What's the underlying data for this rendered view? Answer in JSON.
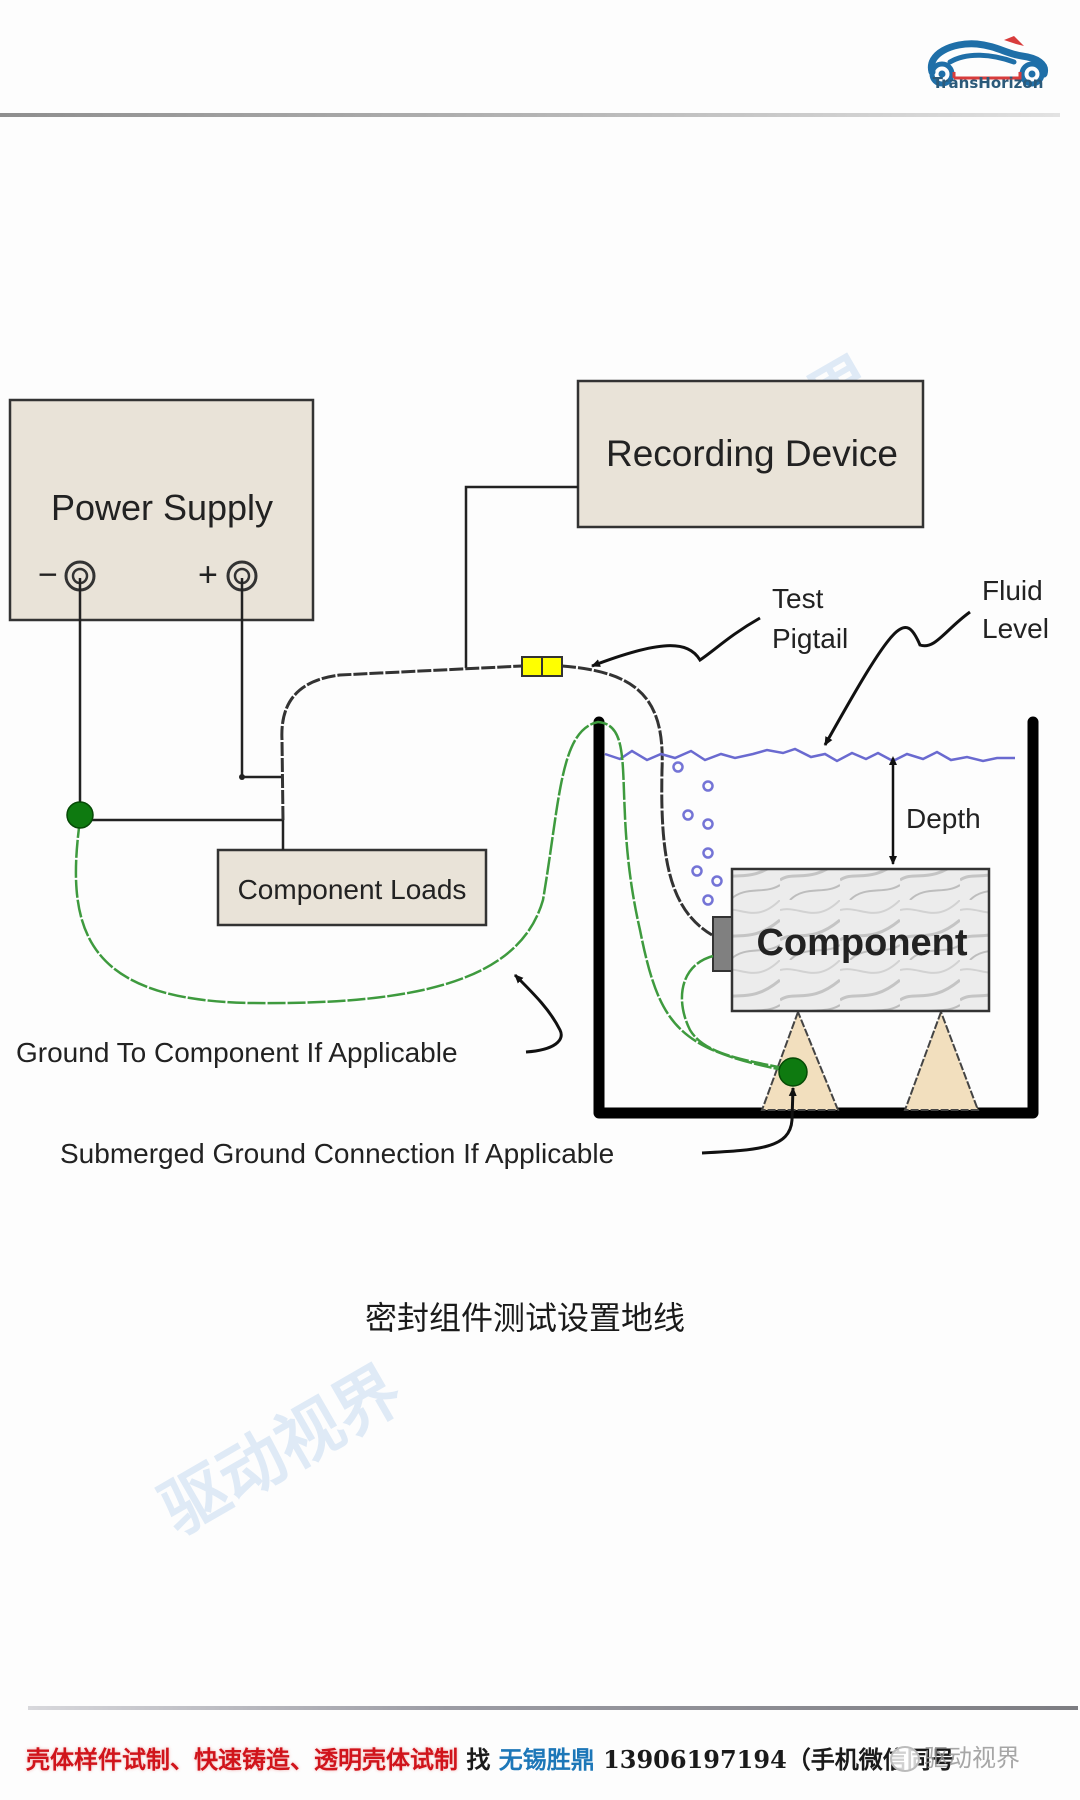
{
  "header": {
    "logo_name": "TransHorizon",
    "colors": {
      "logo_blue": "#1f6fa8",
      "logo_red": "#d83c3c"
    }
  },
  "diagram": {
    "power_supply": {
      "label": "Power Supply",
      "minus": "−",
      "plus": "+"
    },
    "recording_device": {
      "label": "Recording Device"
    },
    "component_loads": {
      "label": "Component Loads"
    },
    "component": {
      "label": "Component"
    },
    "labels": {
      "test_pigtail_1": "Test",
      "test_pigtail_2": "Pigtail",
      "fluid_level_1": "Fluid",
      "fluid_level_2": "Level",
      "depth": "Depth",
      "ground_to_component": "Ground To Component If Applicable",
      "submerged_ground": "Submerged Ground Connection If Applicable"
    },
    "colors": {
      "box_fill": "#e9e3d8",
      "ground_wire": "#3e9a3e",
      "ground_node": "#0e7a10",
      "connector": "#ffff00",
      "water": "#6a6ad0",
      "support": "#f2dfbe"
    }
  },
  "watermark": {
    "text": "驱动视界",
    "partial": "视界"
  },
  "caption": "密封组件测试设置地线",
  "footer": {
    "services": "壳体样件试制、快速铸造、透明壳体试制",
    "find": " 找 ",
    "company": "无锡胜鼎",
    "phone": " 13906197194（手机微信同号",
    "wechat_mark": "驱动视界"
  }
}
